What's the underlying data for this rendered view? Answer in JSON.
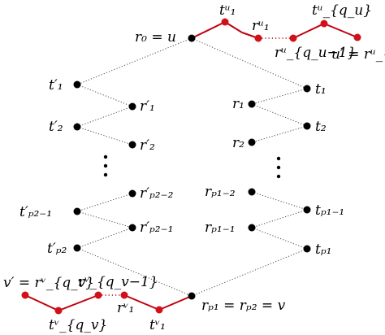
{
  "nodes": {
    "root": {
      "label": "r₀ = u"
    },
    "tp1": {
      "label": "t′₁"
    },
    "rp1": {
      "label": "r′₁"
    },
    "tp2": {
      "label": "t′₂"
    },
    "rp2": {
      "label": "r′₂"
    },
    "rpp2m2": {
      "label": "r′ₚ₂₋₂"
    },
    "tpp2m1": {
      "label": "t′ₚ₂₋₁"
    },
    "rpp2m1": {
      "label": "r′ₚ₂₋₁"
    },
    "tpp2": {
      "label": "t′ₚ₂"
    },
    "t1": {
      "label": "t₁"
    },
    "r1": {
      "label": "r₁"
    },
    "t2": {
      "label": "t₂"
    },
    "r2": {
      "label": "r₂"
    },
    "rp1m2": {
      "label": "rₚ₁₋₂"
    },
    "tp1m1": {
      "label": "tₚ₁₋₁"
    },
    "rp1m1": {
      "label": "rₚ₁₋₁"
    },
    "tp1n": {
      "label": "tₚ₁"
    },
    "bottom": {
      "label": "rₚ₁ = rₚ₂ = v"
    },
    "tu1": {
      "label": "tᵘ₁"
    },
    "ru1": {
      "label": "rᵘ₁"
    },
    "ruqm1": {
      "label": "rᵘ_{q_u−1}"
    },
    "tuq": {
      "label": "tᵘ_{q_u}"
    },
    "uprime": {
      "label": "u′ = rᵘ_{q_u}"
    },
    "vprime": {
      "label": "v′ = rᵛ_{q_v}"
    },
    "rvqm1": {
      "label": "rᵛ_{q_v−1}"
    },
    "tvq": {
      "label": "tᵛ_{q_v}"
    },
    "rv1": {
      "label": "rᵛ₁"
    },
    "tv1": {
      "label": "tᵛ₁"
    }
  },
  "colors": {
    "path_red": "#c0000f",
    "node_red": "#d1101a",
    "node_black": "#000000",
    "dotted_edge": "#4a4a4a"
  }
}
